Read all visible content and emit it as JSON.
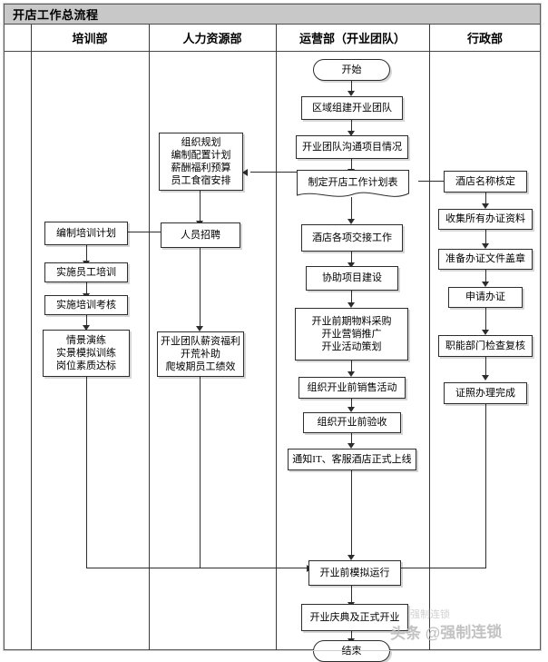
{
  "diagram": {
    "title": "开店工作总流程",
    "watermark": "头条 @强制连锁",
    "watermark_sub": "强制连锁"
  },
  "lanes": [
    {
      "id": "training",
      "label": "培训部"
    },
    {
      "id": "hr",
      "label": "人力资源部"
    },
    {
      "id": "operations",
      "label": "运营部（开业团队）"
    },
    {
      "id": "admin",
      "label": "行政部"
    }
  ],
  "nodes": {
    "start": {
      "label": "开始"
    },
    "end": {
      "label": "结束"
    },
    "ops1": {
      "label": "区域组建开业团队"
    },
    "ops2": {
      "label": "开业团队沟通项目情况"
    },
    "ops3": {
      "label": "制定开店工作计划表"
    },
    "ops4": {
      "label": "酒店各项交接工作"
    },
    "ops5": {
      "label": "协助项目建设"
    },
    "ops6_l1": {
      "label": "开业前期物料采购"
    },
    "ops6_l2": {
      "label": "开业营销推广"
    },
    "ops6_l3": {
      "label": "开业活动策划"
    },
    "ops7": {
      "label": "组织开业前销售活动"
    },
    "ops8": {
      "label": "组织开业前验收"
    },
    "ops9": {
      "label": "通知IT、客服酒店正式上线"
    },
    "ops10": {
      "label": "开业前模拟运行"
    },
    "ops11": {
      "label": "开业庆典及正式开业"
    },
    "hr1_l1": {
      "label": "组织规划"
    },
    "hr1_l2": {
      "label": "编制配置计划"
    },
    "hr1_l3": {
      "label": "薪酬福利预算"
    },
    "hr1_l4": {
      "label": "员工食宿安排"
    },
    "hr2": {
      "label": "人员招聘"
    },
    "hr3_l1": {
      "label": "开业团队薪资福利"
    },
    "hr3_l2": {
      "label": "开荒补助"
    },
    "hr3_l3": {
      "label": "爬坡期员工绩效"
    },
    "tr1": {
      "label": "编制培训计划"
    },
    "tr2": {
      "label": "实施员工培训"
    },
    "tr3": {
      "label": "实施培训考核"
    },
    "tr4_l1": {
      "label": "情景演练"
    },
    "tr4_l2": {
      "label": "实景模拟训练"
    },
    "tr4_l3": {
      "label": "岗位素质达标"
    },
    "ad1": {
      "label": "酒店名称核定"
    },
    "ad2": {
      "label": "收集所有办证资料"
    },
    "ad3": {
      "label": "准备办证文件盖章"
    },
    "ad4": {
      "label": "申请办证"
    },
    "ad5": {
      "label": "职能部门检查复核"
    },
    "ad6": {
      "label": "证照办理完成"
    }
  },
  "colors": {
    "line": "#2d2d2d",
    "title_bg": "#c8c8c8",
    "frame": "#5a5a5a",
    "box_bg": "#ffffff"
  }
}
